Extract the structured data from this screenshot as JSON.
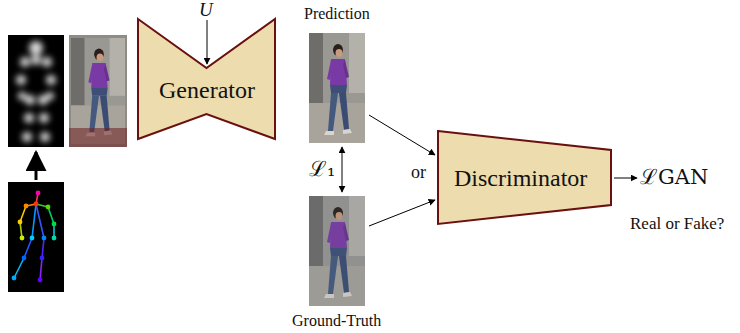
{
  "diagram": {
    "nodes": [
      {
        "text": [
          "Generator"
        ]
      },
      {
        "text": [
          "Prediction"
        ]
      },
      {
        "text": [
          "Ground-Truth"
        ]
      },
      {
        "text": [
          "Discriminator"
        ]
      }
    ],
    "edges": [
      {
        "from": 1,
        "to": 2,
        "arrow": "both",
        "label": "ℒ₁"
      },
      {
        "from": 1,
        "to": 3,
        "arrow": "to"
      },
      {
        "from": 2,
        "to": 3,
        "arrow": "to"
      }
    ],
    "labels": [
      "U",
      "or",
      "ℒGAN",
      "Real or Fake?"
    ]
  }
}
